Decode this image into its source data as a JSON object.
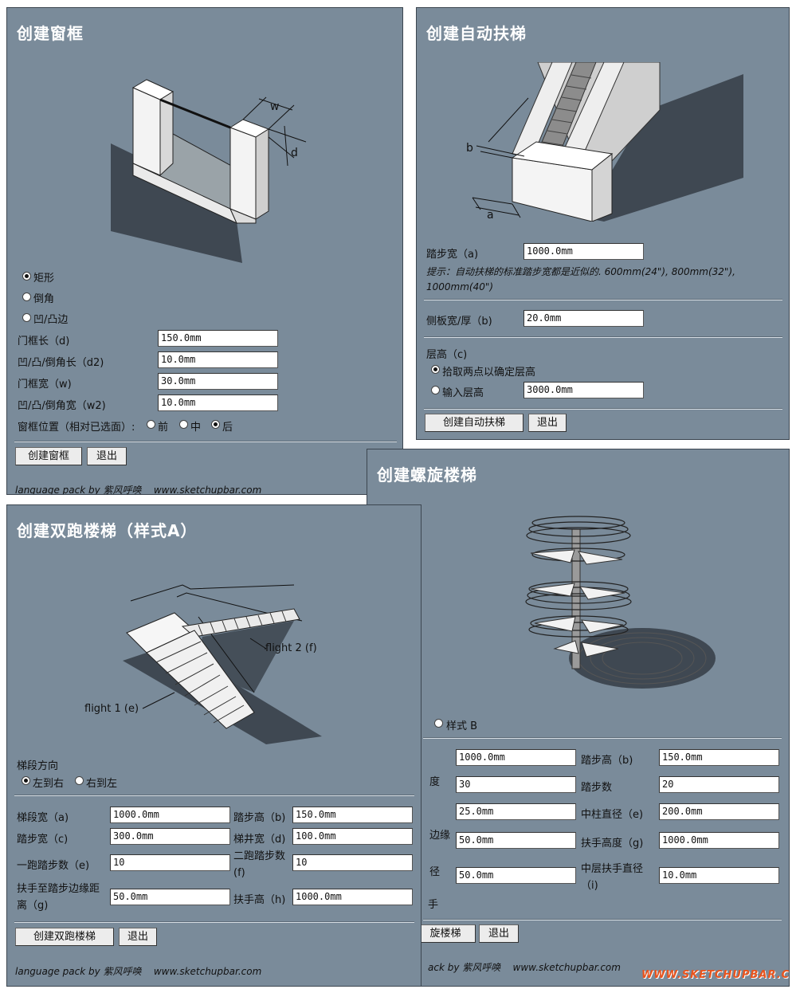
{
  "window_frame": {
    "title": "创建窗框",
    "labels": {
      "w": "w",
      "d": "d"
    },
    "shape_options": [
      {
        "label": "矩形",
        "checked": true
      },
      {
        "label": "倒角",
        "checked": false
      },
      {
        "label": "凹/凸边",
        "checked": false
      }
    ],
    "fields": [
      {
        "label": "门框长（d)",
        "value": "150.0mm"
      },
      {
        "label": "凹/凸/倒角长（d2)",
        "value": "10.0mm"
      },
      {
        "label": "门框宽（w)",
        "value": "30.0mm"
      },
      {
        "label": "凹/凸/倒角宽（w2)",
        "value": "10.0mm"
      }
    ],
    "position_label": "窗框位置（相对已选面）:",
    "position_options": [
      {
        "label": "前",
        "checked": false
      },
      {
        "label": "中",
        "checked": false
      },
      {
        "label": "后",
        "checked": true
      }
    ],
    "create_button": "创建窗框",
    "exit_button": "退出",
    "footer_prefix": "language pack by 紫风呼唤",
    "footer_site": "www.sketchupbar.com"
  },
  "escalator": {
    "title": "创建自动扶梯",
    "labels": {
      "a": "a",
      "b": "b"
    },
    "tread_label": "踏步宽（a)",
    "tread_value": "1000.0mm",
    "hint": "提示：自动扶梯的标准踏步宽都是近似的. 600mm(24\"), 800mm(32\"), 1000mm(40\")",
    "side_label": "侧板宽/厚（b)",
    "side_value": "20.0mm",
    "height_label": "层高（c)",
    "height_options": [
      {
        "label": "拾取两点以确定层高",
        "checked": true
      },
      {
        "label": "输入层高",
        "checked": false
      }
    ],
    "height_value": "3000.0mm",
    "create_button": "创建自动扶梯",
    "exit_button": "退出"
  },
  "spiral": {
    "title": "创建螺旋楼梯",
    "style_b_label": "样式 B",
    "left_labels": [
      "度",
      "边缘",
      "径",
      "手"
    ],
    "left_fields": [
      "1000.0mm",
      "30",
      "25.0mm",
      "50.0mm",
      "50.0mm"
    ],
    "right_fields": [
      {
        "label": "踏步高（b)",
        "value": "150.0mm"
      },
      {
        "label": "踏步数",
        "value": "20"
      },
      {
        "label": "中柱直径（e)",
        "value": "200.0mm"
      },
      {
        "label": "扶手高度（g)",
        "value": "1000.0mm"
      },
      {
        "label": "中层扶手直径（i)",
        "value": "10.0mm"
      }
    ],
    "create_button": "旋楼梯",
    "exit_button": "退出",
    "footer_prefix": "ack by 紫风呼唤",
    "footer_site": "www.sketchupbar.com"
  },
  "double_flight": {
    "title": "创建双跑楼梯（样式A）",
    "flight1_label": "flight 1 (e)",
    "flight2_label": "flight 2 (f)",
    "direction_label": "梯段方向",
    "direction_options": [
      {
        "label": "左到右",
        "checked": true
      },
      {
        "label": "右到左",
        "checked": false
      }
    ],
    "fields_left": [
      {
        "label": "梯段宽（a)",
        "value": "1000.0mm"
      },
      {
        "label": "踏步宽（c)",
        "value": "300.0mm"
      },
      {
        "label": "一跑踏步数（e)",
        "value": "10"
      },
      {
        "label": "扶手至踏步边缘距离（g)",
        "value": "50.0mm"
      }
    ],
    "fields_right": [
      {
        "label": "踏步高（b)",
        "value": "150.0mm"
      },
      {
        "label": "梯井宽（d)",
        "value": "100.0mm"
      },
      {
        "label": "二跑踏步数(f)",
        "value": "10"
      },
      {
        "label": "扶手高（h)",
        "value": "1000.0mm"
      }
    ],
    "create_button": "创建双跑楼梯",
    "exit_button": "退出",
    "footer_prefix": "language pack by 紫风呼唤",
    "footer_site": "www.sketchupbar.com"
  },
  "watermark": "WWW.SKETCHUPBAR.COM"
}
